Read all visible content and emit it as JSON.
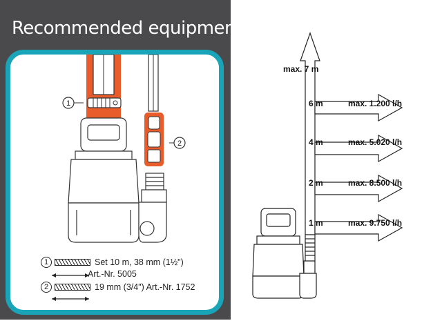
{
  "panel": {
    "title": "Recommended equipment:",
    "accent_color": "#1aa4b8",
    "highlight_color": "#e85c2c",
    "callout_1": "1",
    "callout_2": "2",
    "legend": [
      {
        "num": "1",
        "text": "Set 10 m, 38 mm (1½\")",
        "art": "Art.-Nr. 5005"
      },
      {
        "num": "2",
        "text": "19 mm (3/4\") Art.-Nr. 1752"
      }
    ]
  },
  "diagram": {
    "max_height_label": "max. 7 m",
    "levels": [
      {
        "height": "6 m",
        "flow": "max. 1.200 l/h"
      },
      {
        "height": "4 m",
        "flow": "max. 5.020 l/h"
      },
      {
        "height": "2 m",
        "flow": "max. 8.500 l/h"
      },
      {
        "height": "1 m",
        "flow": "max. 9.750 l/h"
      }
    ]
  }
}
